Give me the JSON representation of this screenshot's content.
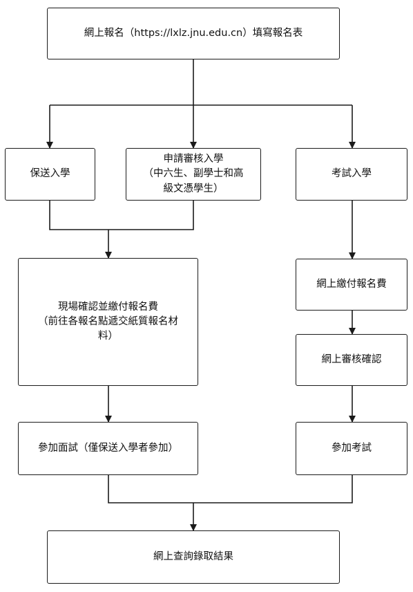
{
  "nodes": {
    "register": {
      "line1": "網上報名（https://lxlz.jnu.edu.cn）填寫報名表"
    },
    "recommend": {
      "line1": "保送入學"
    },
    "apply": {
      "line1": "申請審核入學",
      "line2": "（中六生、副學士和高",
      "line3": "級文憑學生）"
    },
    "exam": {
      "line1": "考試入學"
    },
    "onsite": {
      "line1": "現場確認並繳付報名費",
      "line2": "（前往各報名點遞交紙質報名材",
      "line3": "料）"
    },
    "pay_online": {
      "line1": "網上繳付報名費"
    },
    "review_online": {
      "line1": "網上審核確認"
    },
    "interview": {
      "line1": "參加面試（僅保送入學者參加）"
    },
    "take_exam": {
      "line1": "參加考試"
    },
    "results": {
      "line1": "網上查詢錄取結果"
    }
  },
  "colors": {
    "line": "#1a1a1a",
    "box_border": "#1a1a1a",
    "background": "#ffffff"
  }
}
